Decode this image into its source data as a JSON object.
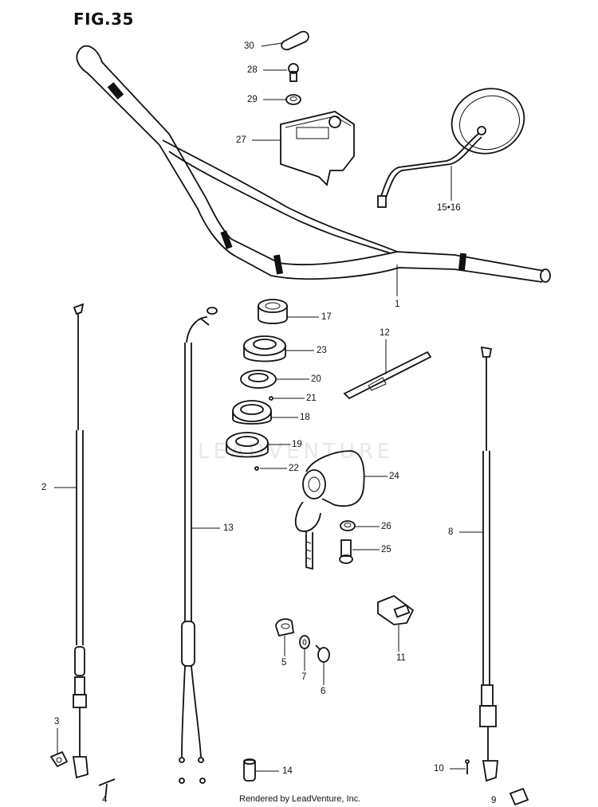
{
  "figure": {
    "title": "FIG.35",
    "watermark": "LEADVENTURE",
    "footer": "Rendered by LeadVenture, Inc."
  },
  "callouts": {
    "c1": "1",
    "c2": "2",
    "c3": "3",
    "c4": "4",
    "c5": "5",
    "c6": "6",
    "c7": "7",
    "c8": "8",
    "c9": "9",
    "c10": "10",
    "c11": "11",
    "c12": "12",
    "c13": "13",
    "c14": "14",
    "c15_16": "15•16",
    "c17": "17",
    "c18": "18",
    "c19": "19",
    "c20": "20",
    "c21": "21",
    "c22": "22",
    "c23": "23",
    "c24": "24",
    "c25": "25",
    "c26": "26",
    "c27": "27",
    "c28": "28",
    "c29": "29",
    "c30": "30"
  }
}
